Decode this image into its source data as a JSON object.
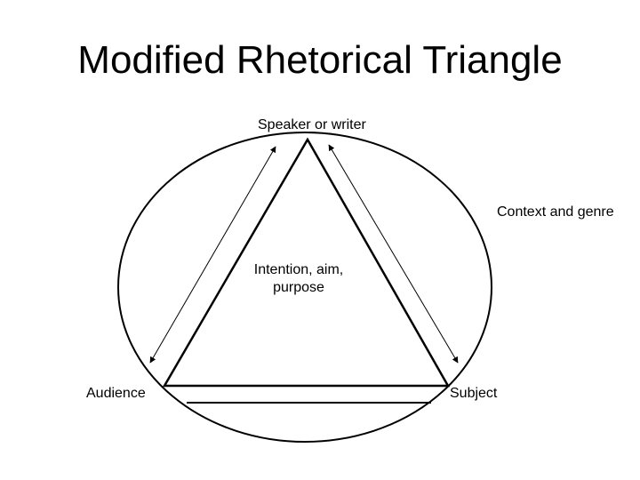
{
  "slide": {
    "title": "Modified Rhetorical Triangle"
  },
  "diagram": {
    "vertices": {
      "top": "Speaker or writer",
      "left": "Audience",
      "right": "Subject"
    },
    "center": {
      "line1": "Intention, aim,",
      "line2": "purpose"
    },
    "surrounding_label": "Context and genre",
    "colors": {
      "stroke": "#000000",
      "background": "#ffffff"
    }
  }
}
